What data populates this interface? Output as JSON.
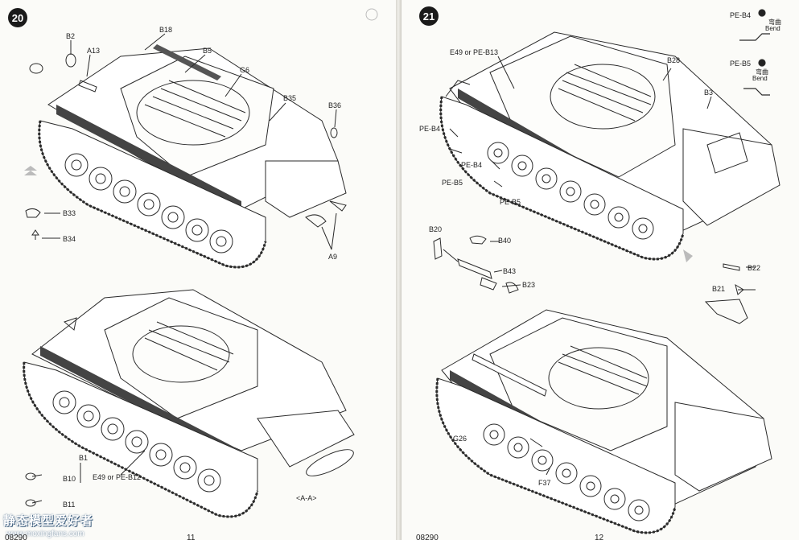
{
  "left_page": {
    "step": "20",
    "upper_labels": [
      "B2",
      "A13",
      "B18",
      "B5",
      "G6",
      "B35",
      "B36",
      "A9"
    ],
    "side_parts": [
      "B33",
      "B34"
    ],
    "lower_labels": [
      "B1",
      "E49 or PE-B12",
      "<A-A>"
    ],
    "lower_side_parts": [
      "B10",
      "B11"
    ],
    "footer_left": "08290",
    "footer_num": "11"
  },
  "right_page": {
    "step": "21",
    "pe_b4": "PE-B4",
    "pe_b5": "PE-B5",
    "bend_cn": "弯曲",
    "bend": "Bend",
    "upper_labels": [
      "E49 or PE-B13",
      "B28",
      "B3",
      "PE-B4",
      "PE-B4",
      "PE-B5",
      "PE-B5"
    ],
    "sub_labels": [
      "B20",
      "B40",
      "B43",
      "B23"
    ],
    "sub_labels_right": [
      "B22",
      "B21"
    ],
    "lower_labels": [
      "G26",
      "F37"
    ],
    "footer_left": "08290",
    "footer_num": "12"
  },
  "watermark": {
    "text": "静态模型爱好者",
    "url": "www.moxingfans.com"
  }
}
